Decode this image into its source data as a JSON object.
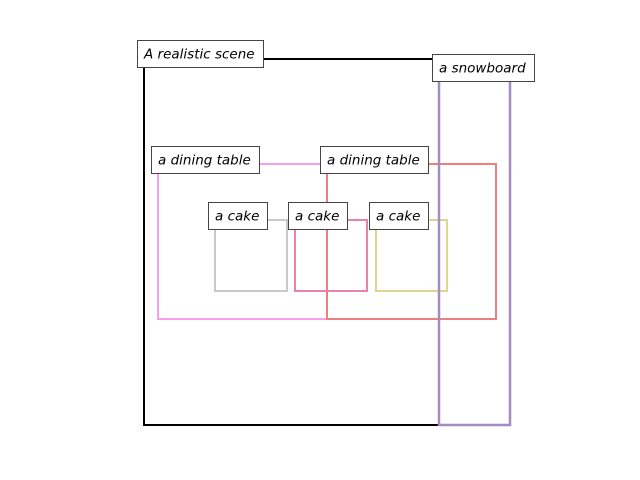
{
  "scene": {
    "caption": "A realistic scene",
    "frame_color": "#000000"
  },
  "regions": [
    {
      "label": "a snowboard",
      "color": "#a48cc0"
    },
    {
      "label": "a dining table",
      "color": "#f4a0ea"
    },
    {
      "label": "a dining table",
      "color": "#ee7f7f"
    },
    {
      "label": "a cake",
      "color": "#c8c8c8"
    },
    {
      "label": "a cake",
      "color": "#ec80b0"
    },
    {
      "label": "a cake",
      "color": "#ddd590"
    }
  ]
}
